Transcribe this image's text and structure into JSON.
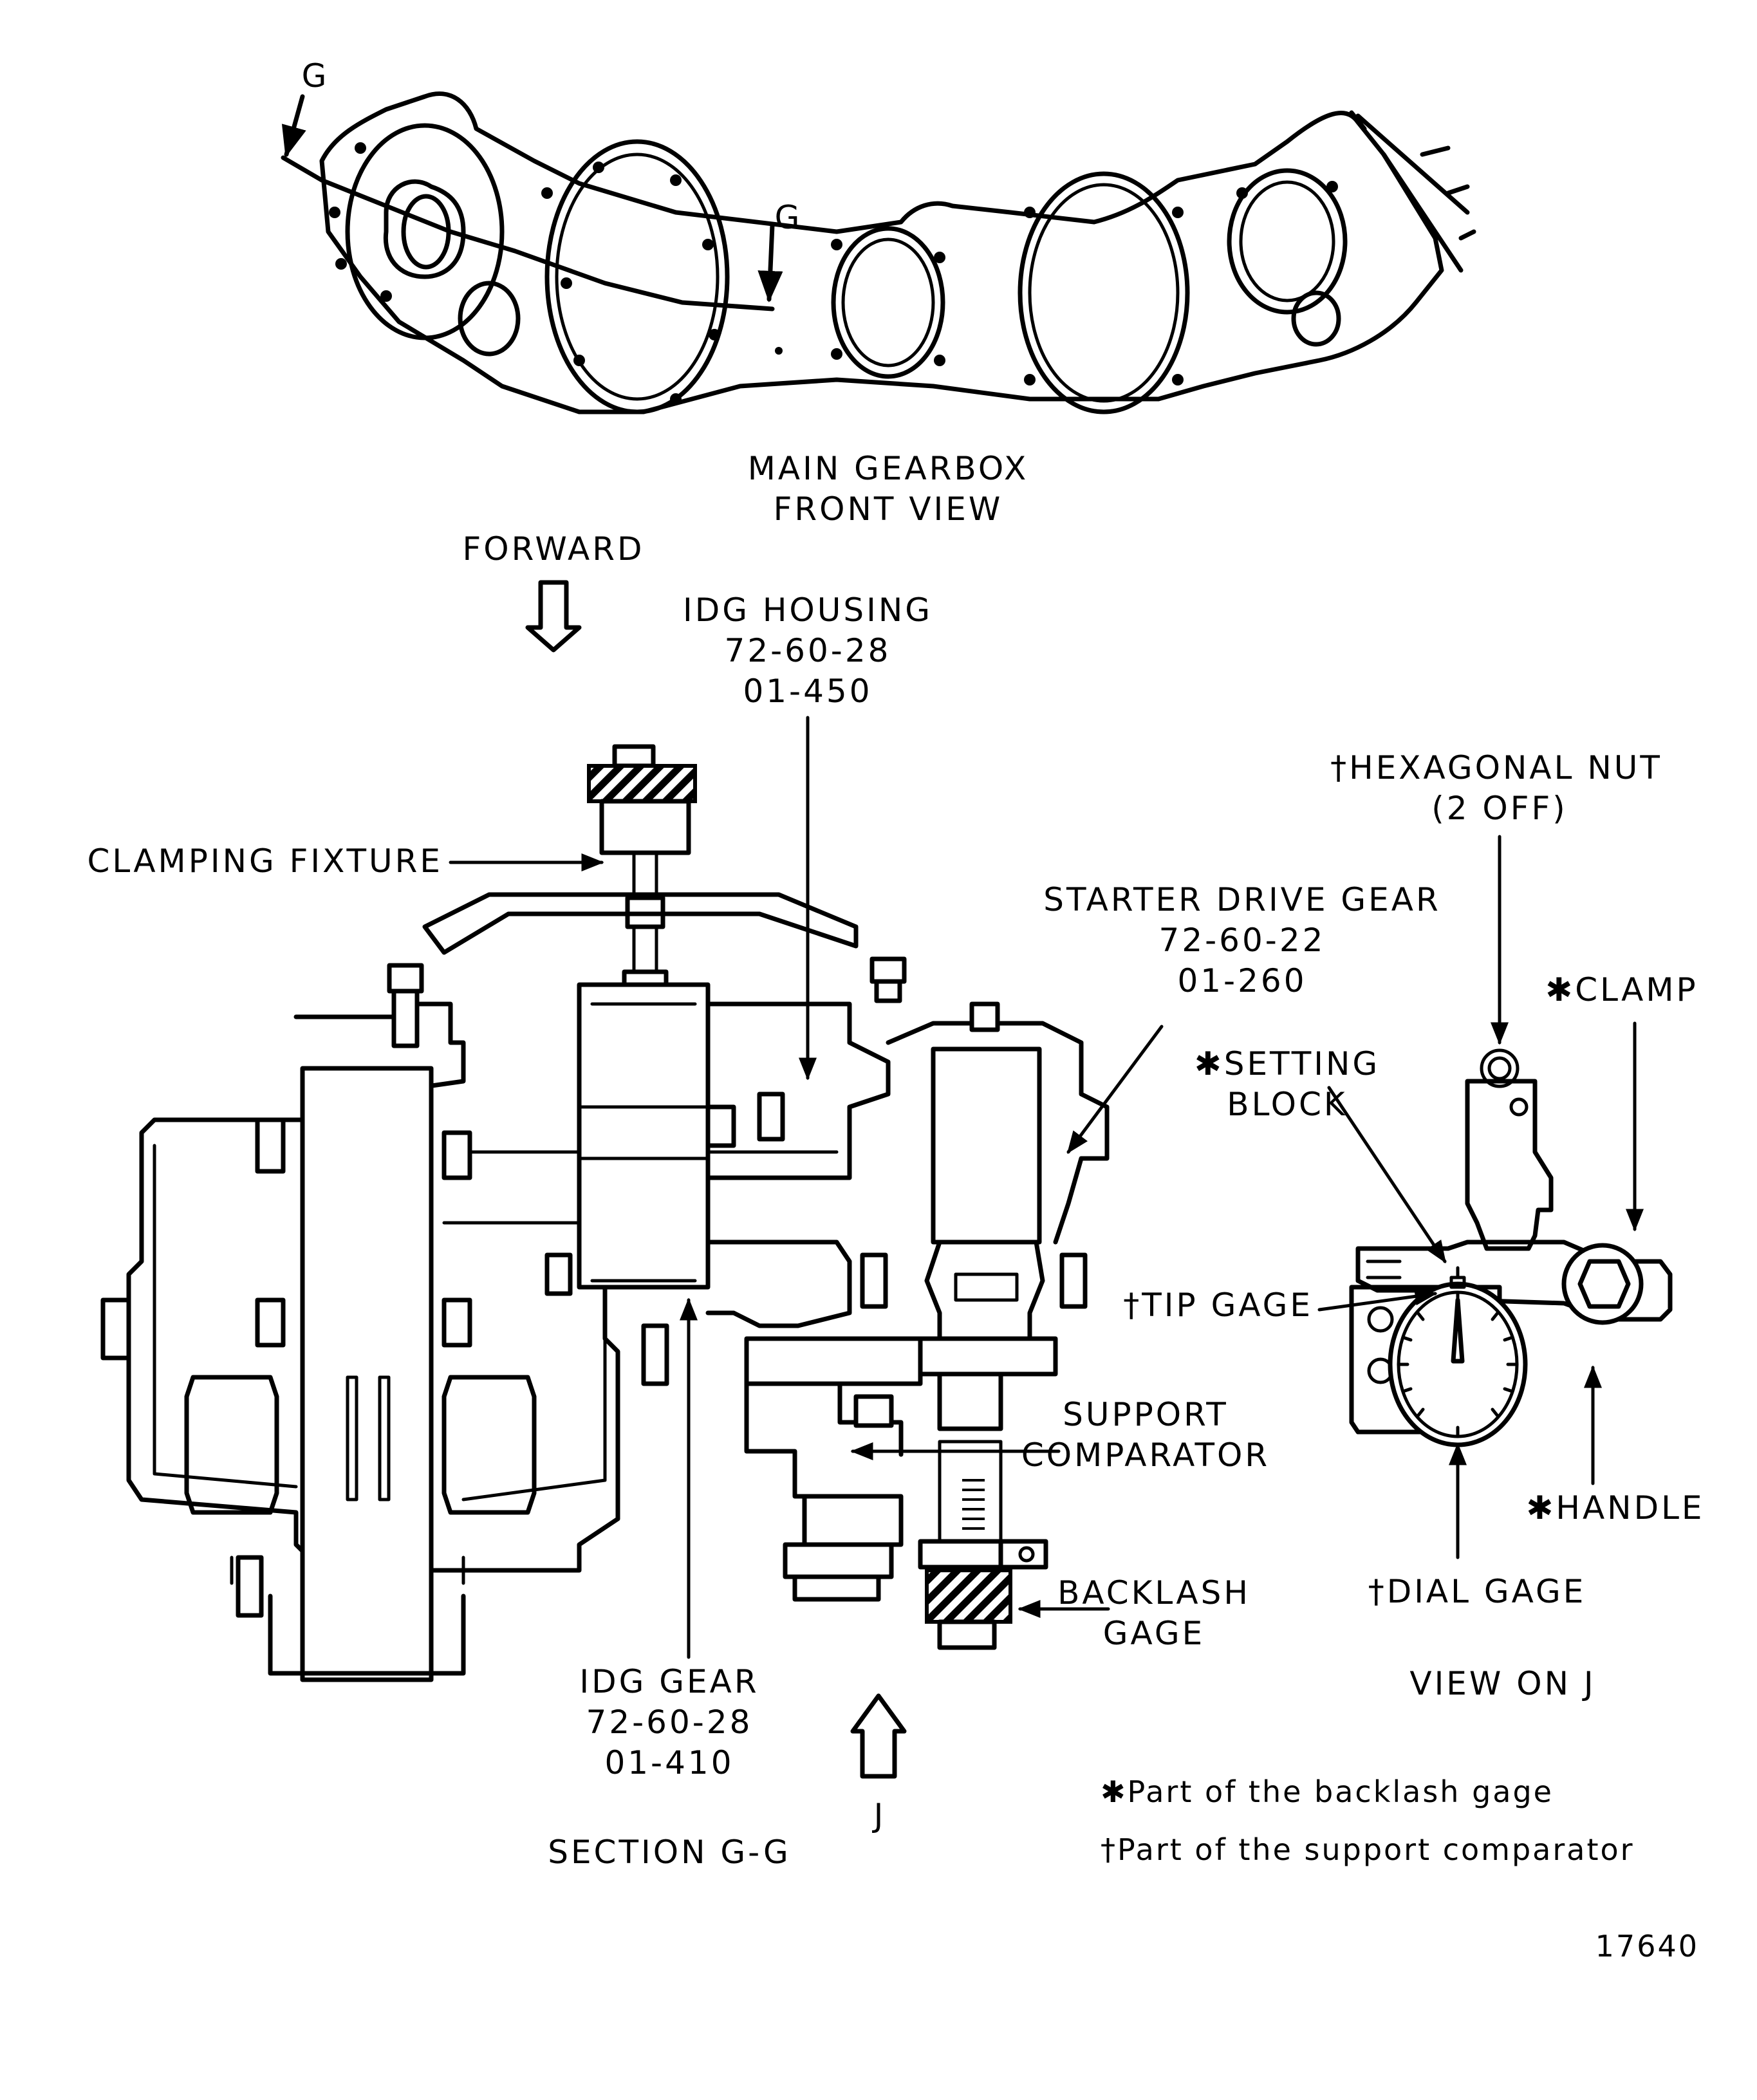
{
  "figure": {
    "figure_number": "17640",
    "front_view": {
      "title_line1": "MAIN GEARBOX",
      "title_line2": "FRONT VIEW",
      "section_marker_left": "G",
      "section_marker_right": "G"
    },
    "section_view": {
      "title": "SECTION G-G",
      "forward_label": "FORWARD",
      "view_arrow_label": "J",
      "callouts": {
        "idg_housing": {
          "name": "IDG HOUSING",
          "ref": "72-60-28",
          "item": "01-450"
        },
        "clamping_fixture": {
          "name": "CLAMPING FIXTURE"
        },
        "starter_drive_gear": {
          "name": "STARTER DRIVE GEAR",
          "ref": "72-60-22",
          "item": "01-260"
        },
        "support_comparator": {
          "line1": "SUPPORT",
          "line2": "COMPARATOR"
        },
        "backlash_gage": {
          "line1": "BACKLASH",
          "line2": "GAGE"
        },
        "idg_gear": {
          "name": "IDG GEAR",
          "ref": "72-60-28",
          "item": "01-410"
        }
      }
    },
    "view_on_j": {
      "title": "VIEW ON J",
      "callouts": {
        "hexagonal_nut": {
          "line1": "†HEXAGONAL NUT",
          "line2": "(2 OFF)"
        },
        "clamp": "✱CLAMP",
        "setting_block": {
          "line1": "✱SETTING",
          "line2": "BLOCK"
        },
        "tip_gage": "†TIP GAGE",
        "handle": "✱HANDLE",
        "dial_gage": "†DIAL GAGE"
      }
    },
    "legend": [
      {
        "symbol": "✱",
        "text": "✱Part of the backlash gage"
      },
      {
        "symbol": "†",
        "text": "†Part of the support comparator"
      }
    ]
  }
}
